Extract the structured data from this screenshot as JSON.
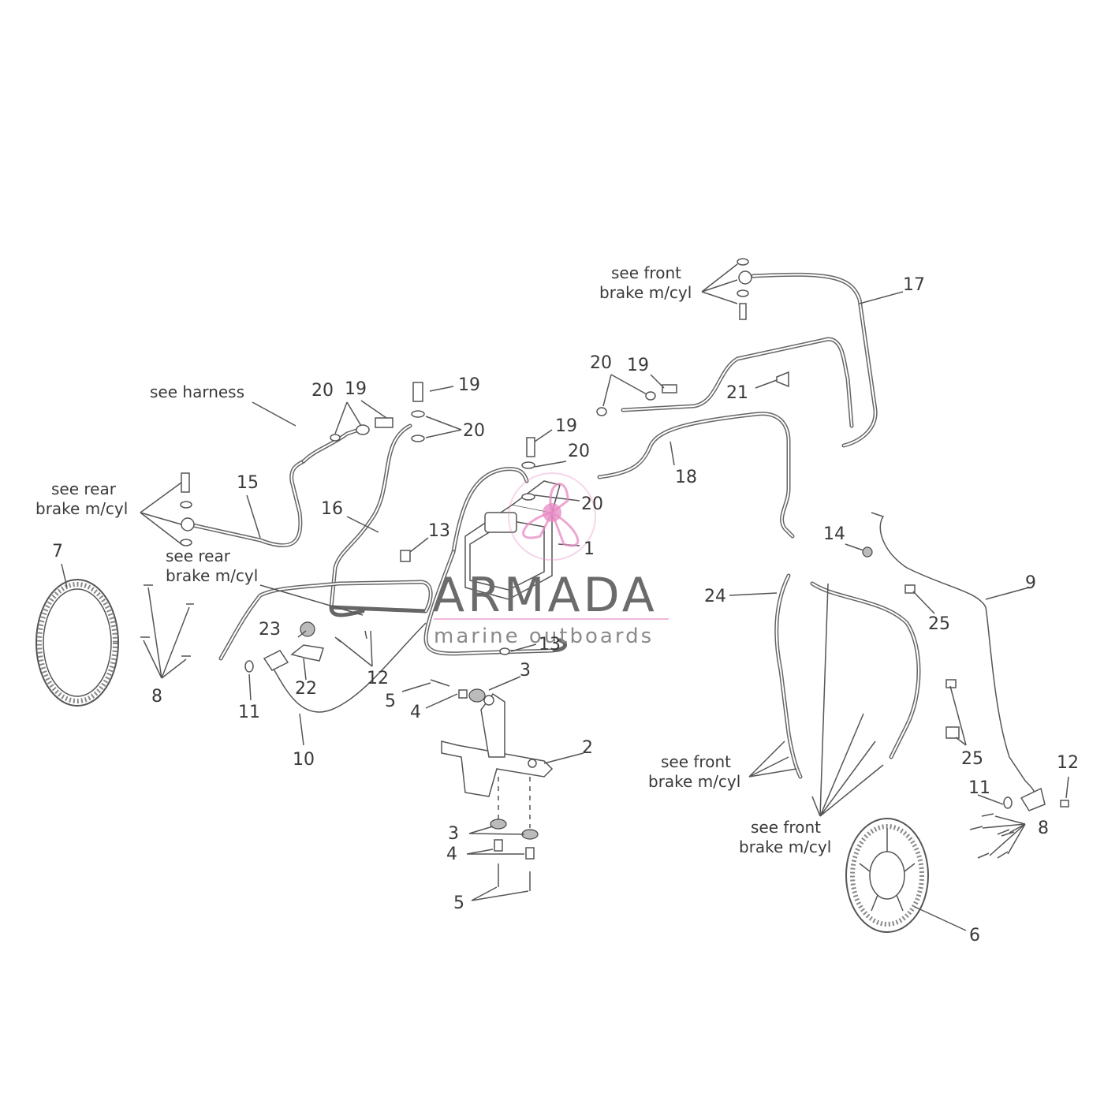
{
  "notes": {
    "see_harness": "see harness",
    "see_rear_1_l1": "see rear",
    "see_rear_1_l2": "brake m/cyl",
    "see_rear_2_l1": "see rear",
    "see_rear_2_l2": "brake m/cyl",
    "see_front_1_l1": "see front",
    "see_front_1_l2": "brake m/cyl",
    "see_front_2_l1": "see front",
    "see_front_2_l2": "brake m/cyl",
    "see_front_3_l1": "see front",
    "see_front_3_l2": "brake m/cyl"
  },
  "labels": {
    "l1": "1",
    "l2": "2",
    "l3a": "3",
    "l3b": "3",
    "l4a": "4",
    "l4b": "4",
    "l5a": "5",
    "l5b": "5",
    "l6": "6",
    "l7": "7",
    "l8a": "8",
    "l8b": "8",
    "l9": "9",
    "l10": "10",
    "l11a": "11",
    "l11b": "11",
    "l12a": "12",
    "l12b": "12",
    "l13a": "13",
    "l13b": "13",
    "l14": "14",
    "l15": "15",
    "l16": "16",
    "l17": "17",
    "l18": "18",
    "l19a": "19",
    "l19b": "19",
    "l19c": "19",
    "l19d": "19",
    "l20a": "20",
    "l20b": "20",
    "l20c": "20",
    "l20d": "20",
    "l20e": "20",
    "l21": "21",
    "l22": "22",
    "l23": "23",
    "l24": "24",
    "l25a": "25",
    "l25b": "25"
  },
  "watermark": {
    "brand": "ARMADA",
    "tagline": "marine outboards",
    "logo_color": "#e78ac3"
  }
}
